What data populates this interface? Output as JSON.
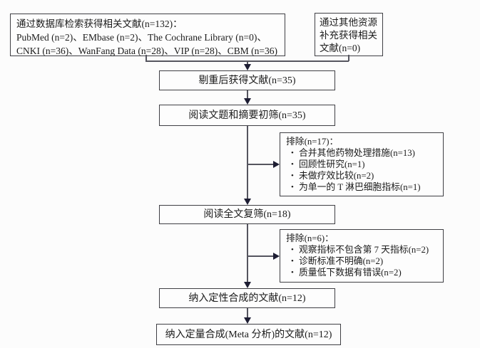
{
  "figure": {
    "type": "prisma-flow-diagram",
    "boxes": {
      "db_search": {
        "lines": [
          "通过数据库检索获得相关文献(n=132)：",
          "PubMed (n=2)、EMbase (n=2)、The Cochrane Library (n=0)、",
          "CNKI (n=36)、WanFang Data (n=28)、VIP (n=28)、CBM (n=36)"
        ]
      },
      "other_sources": {
        "lines": [
          "通过其他资源",
          "补充获得相关",
          "文献(n=0)"
        ]
      },
      "dedup": {
        "label": "剔重后获得文献(n=35)"
      },
      "title_abstract_screen": {
        "label": "阅读文题和摘要初筛(n=35)"
      },
      "excluded_first": {
        "title": "排除(n=17)：",
        "items": [
          "合并其他药物处理措施(n=13)",
          "回顾性研究(n=1)",
          "未做疗效比较(n=2)",
          "为单一的 T 淋巴细胞指标(n=1)"
        ]
      },
      "fulltext_screen": {
        "label": "阅读全文复筛(n=18)"
      },
      "excluded_second": {
        "title": "排除(n=6)：",
        "items": [
          "观察指标不包含第 7 天指标(n=2)",
          "诊断标准不明确(n=2)",
          "质量低下数据有错误(n=2)"
        ]
      },
      "qualitative": {
        "label": "纳入定性合成的文献(n=12)"
      },
      "quantitative": {
        "label": "纳入定量合成(Meta 分析)的文献(n=12)"
      }
    },
    "glyphs": {
      "bullet": "•"
    },
    "colors": {
      "line": "#55555f",
      "arrowhead": "#1d1d33",
      "box_border": "#3f3f44",
      "text": "#1a1a1a",
      "background": "#fcfcfc"
    }
  }
}
